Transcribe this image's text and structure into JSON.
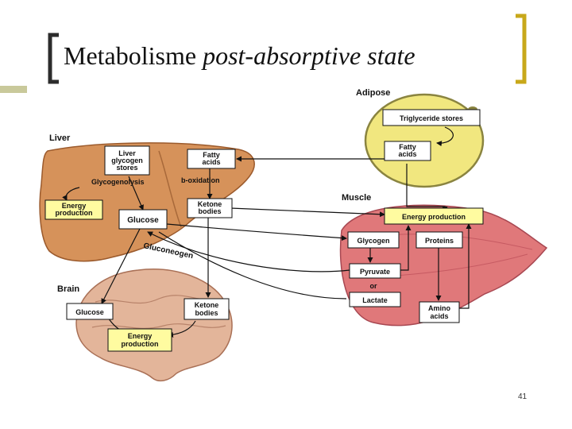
{
  "title": {
    "prefix": "Metabolisme ",
    "italic": "post-absorptive state"
  },
  "slide_number": "41",
  "colors": {
    "bracket": "#c8a81a",
    "accent_bar": "#c9c99b",
    "liver": "#d6925a",
    "adipose": "#f1e77f",
    "muscle": "#e0787a",
    "brain": "#e3b59a",
    "box_fill": "#ffffff",
    "box_yellow": "#fffba0"
  },
  "organs": {
    "liver": "Liver",
    "adipose": "Adipose",
    "muscle": "Muscle",
    "brain": "Brain"
  },
  "boxes": {
    "liver_glycogen": [
      "Liver",
      "glycogen",
      "stores"
    ],
    "fatty_acids_liver": [
      "Fatty",
      "acids"
    ],
    "energy_liver": [
      "Energy",
      "production"
    ],
    "glucose_liver": [
      "Glucose"
    ],
    "ketone_liver": [
      "Ketone",
      "bodies"
    ],
    "triglyceride": [
      "Triglyceride stores"
    ],
    "fatty_acids_adipose": [
      "Fatty",
      "acids"
    ],
    "energy_muscle": [
      "Energy production"
    ],
    "glycogen_muscle": [
      "Glycogen"
    ],
    "proteins": [
      "Proteins"
    ],
    "pyruvate": [
      "Pyruvate"
    ],
    "lactate": [
      "Lactate"
    ],
    "amino_acids": [
      "Amino",
      "acids"
    ],
    "glucose_brain": [
      "Glucose"
    ],
    "ketone_brain": [
      "Ketone",
      "bodies"
    ],
    "energy_brain": [
      "Energy",
      "production"
    ]
  },
  "labels": {
    "glycogenolysis": "Glycogenolysis",
    "b_oxidation": "b-oxidation",
    "gluconeogen": "Gluconeogen",
    "or": "or"
  }
}
